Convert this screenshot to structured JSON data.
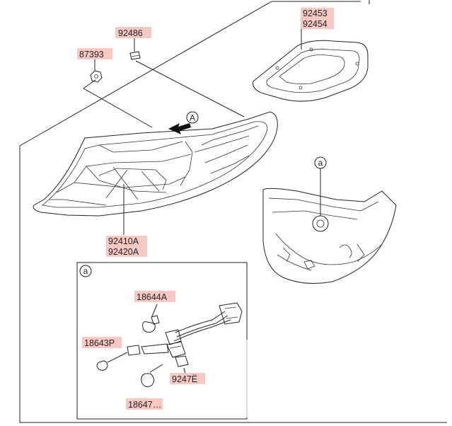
{
  "diagram": {
    "part_numbers": {
      "gasket": [
        "92453",
        "92454"
      ],
      "clip": "92486",
      "nut": "87393",
      "lamp_assembly": [
        "92410A",
        "92420A"
      ],
      "bulb_upper": "18644A",
      "bulb_small": "18643P",
      "socket_wiring": "9247Ё",
      "bulb_lower": "18647…"
    },
    "callouts": {
      "view_marker": "A",
      "detail_marker": "a",
      "detail_box_marker": "a"
    }
  }
}
